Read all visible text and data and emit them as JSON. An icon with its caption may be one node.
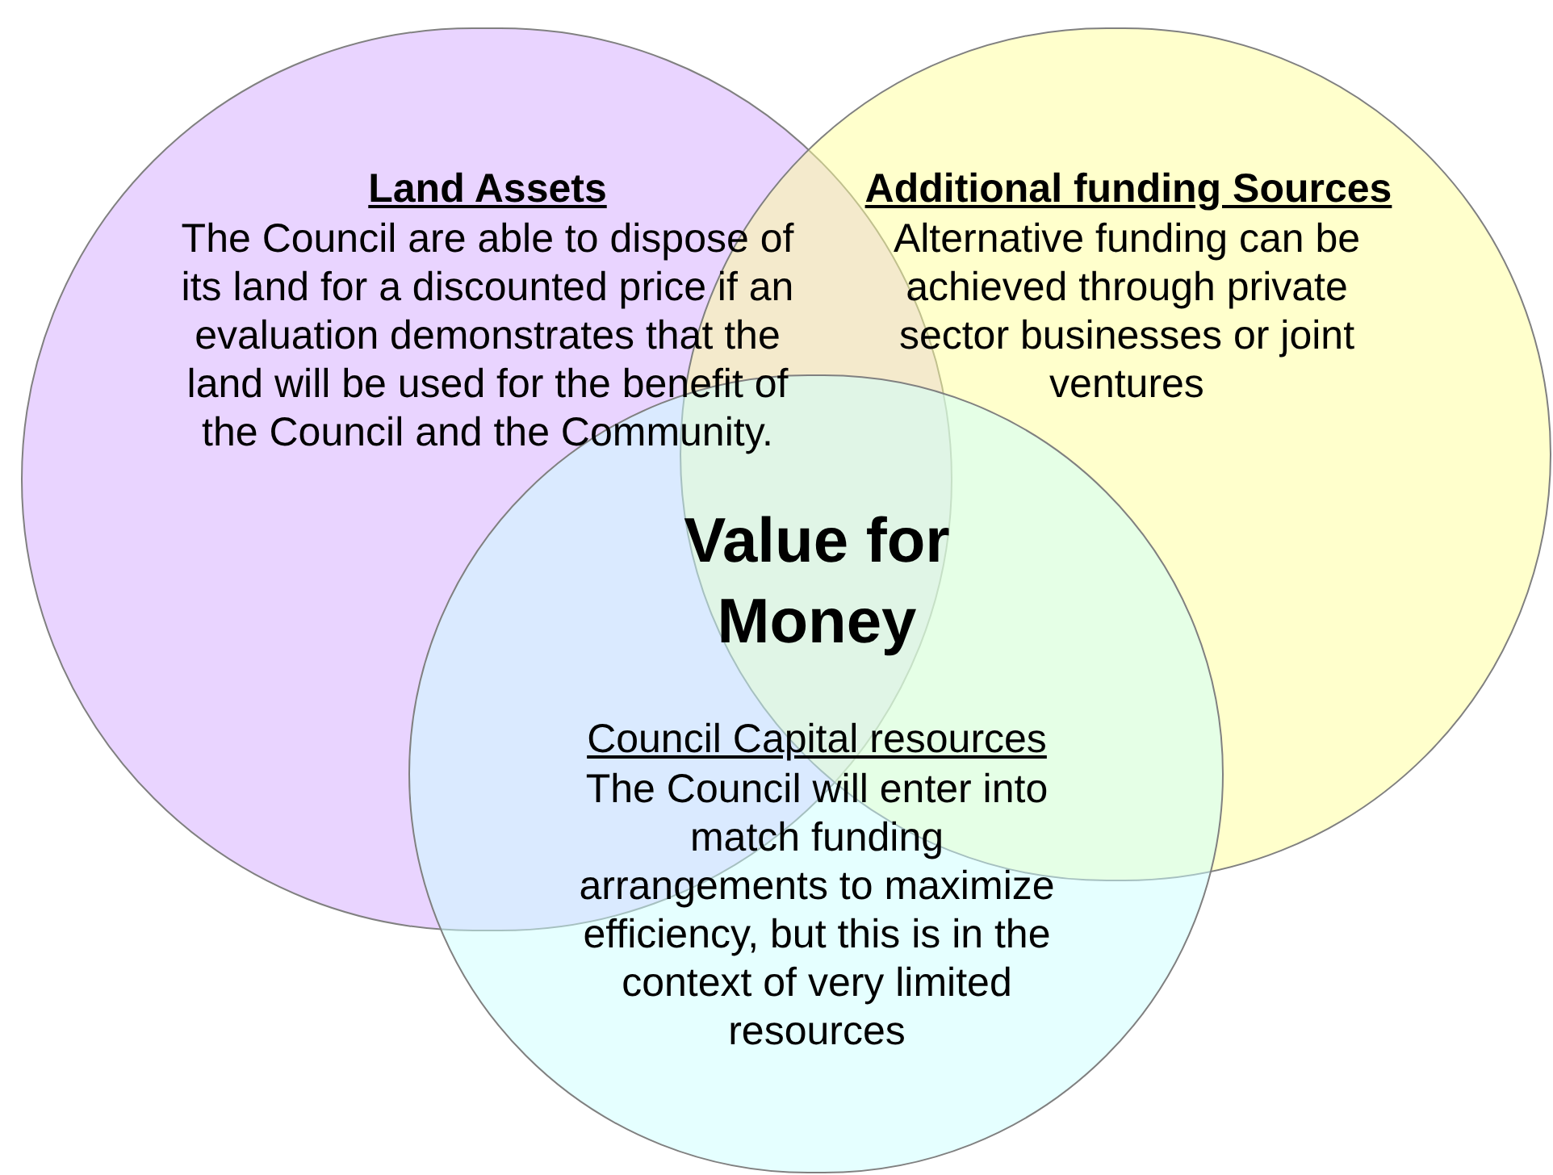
{
  "diagram": {
    "nodes": [
      {
        "text": [
          "Land Assets",
          "The Council are able to dispose of its land for a discounted price if an evaluation demonstrates that the land will be used for the benefit of the Council and the Community."
        ]
      },
      {
        "text": [
          "Additional funding Sources",
          "Alternative funding can be achieved through private sector businesses or joint ventures"
        ]
      },
      {
        "text": [
          "Council Capital resources",
          "The Council will enter into match funding arrangements to maximize efficiency, but this is in the context of very limited resources"
        ]
      }
    ],
    "labels": [
      "Value for Money"
    ]
  }
}
